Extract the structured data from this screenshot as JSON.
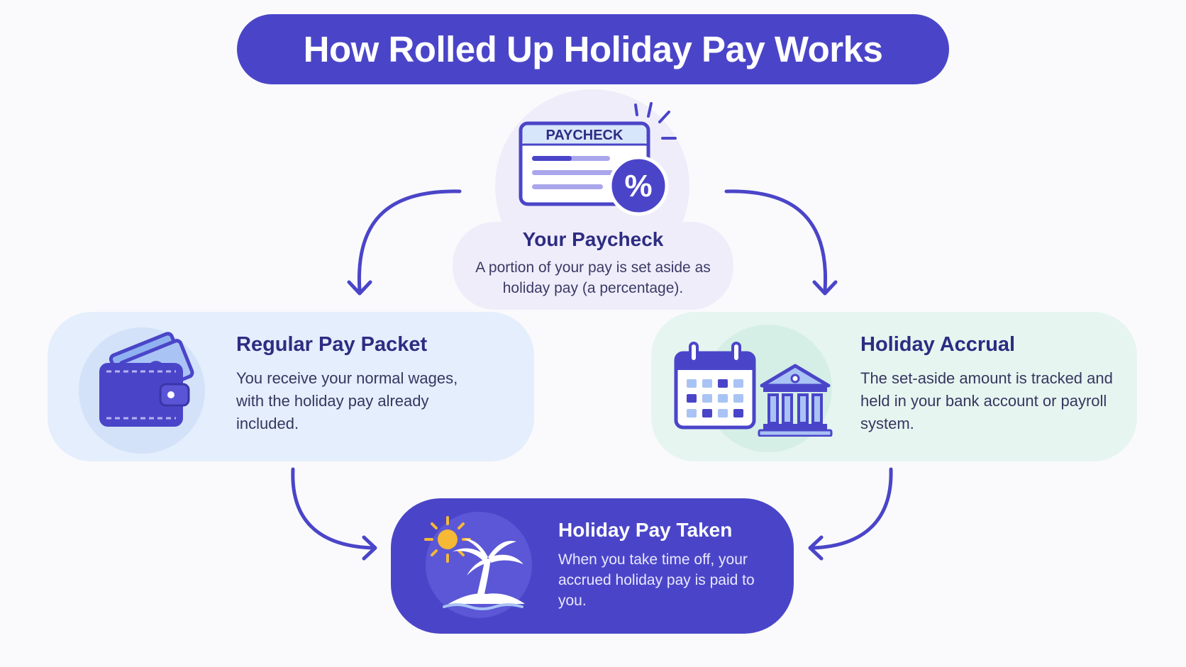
{
  "title": "How Rolled Up Holiday Pay Works",
  "paycheck": {
    "icon_label": "PAYCHECK",
    "badge": "%",
    "heading": "Your Paycheck",
    "description": "A portion of your pay is set aside as holiday pay (a percentage).",
    "icon": "paycheck-icon"
  },
  "regular": {
    "heading": "Regular Pay Packet",
    "description": "You receive your normal wages, with the holiday pay already included.",
    "icon": "wallet-icon"
  },
  "accrual": {
    "heading": "Holiday Accrual",
    "description": "The set-aside amount is tracked and held in your bank account or payroll system.",
    "icons": [
      "calendar-icon",
      "bank-icon"
    ]
  },
  "taken": {
    "heading": "Holiday Pay Taken",
    "description": "When you take time off, your accrued holiday pay is paid to you.",
    "icons": [
      "sun-icon",
      "palm-tree-icon"
    ]
  },
  "colors": {
    "primary": "#4a45c8",
    "dark_text": "#2d2c82",
    "blue_card": "#e4eefc",
    "green_card": "#e6f5f0",
    "lavender": "#efedfa",
    "sun": "#f5b935"
  }
}
